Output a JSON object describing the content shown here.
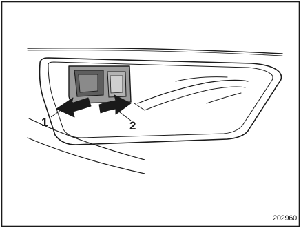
{
  "figure": {
    "callouts": [
      {
        "id": "1",
        "label": "1"
      },
      {
        "id": "2",
        "label": "2"
      }
    ],
    "code": "202960"
  }
}
